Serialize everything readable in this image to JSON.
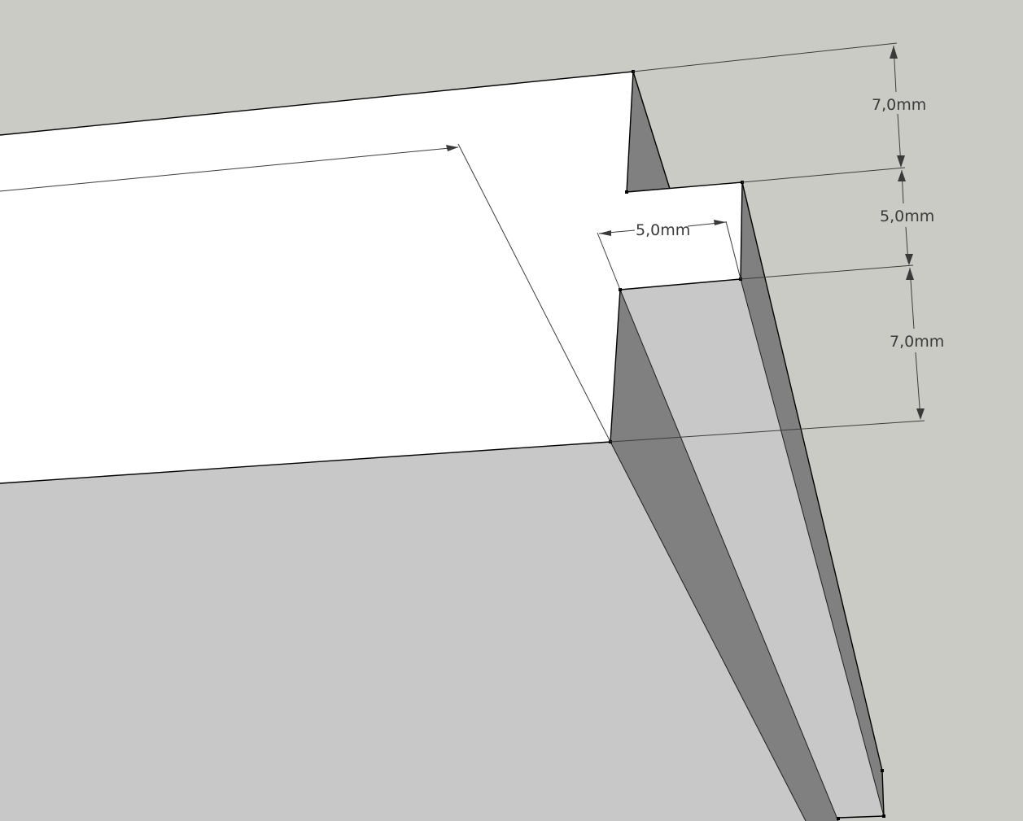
{
  "viewport": {
    "colors": {
      "background": "#cbcbc6",
      "top_face": "#ffffff",
      "lit_face": "#c8c8c8",
      "shadow_face": "#808080",
      "edge": "#000000",
      "dimension": "#3a3a3a"
    }
  },
  "dimensions": {
    "top_height": "7,0mm",
    "middle_height": "5,0mm",
    "bottom_height": "7,0mm",
    "step_width": "5,0mm"
  }
}
